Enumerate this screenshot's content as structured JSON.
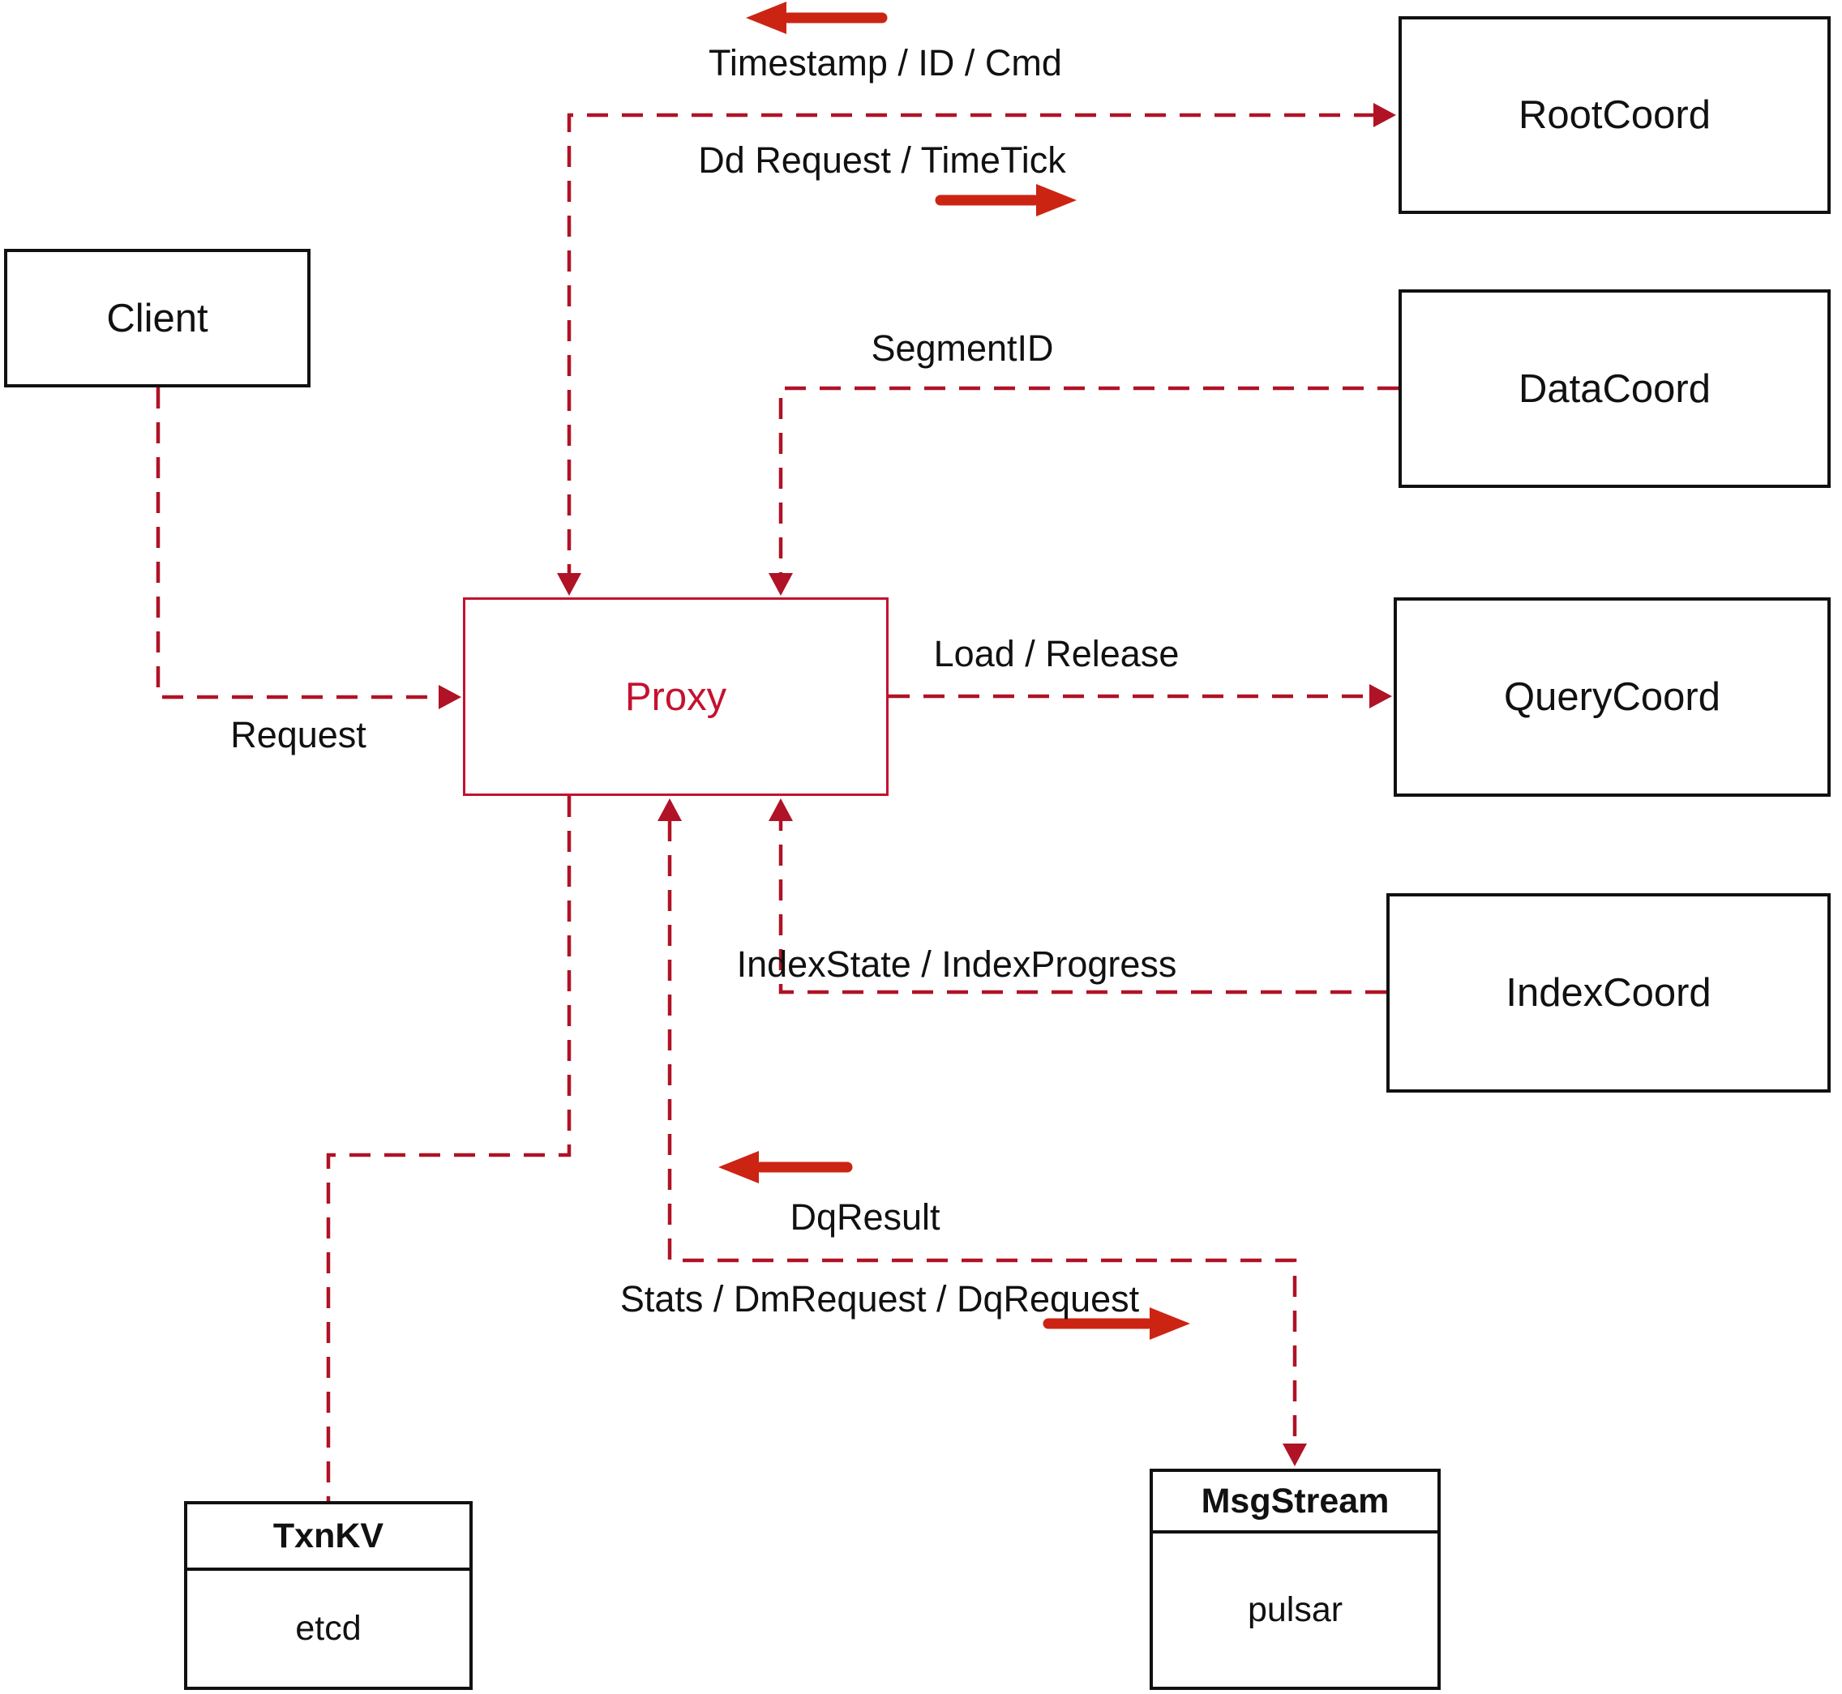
{
  "colors": {
    "line": "#b01226",
    "arrow": "#cc2413",
    "proxy": "#c41230",
    "box_border": "#111111",
    "text": "#111111"
  },
  "nodes": {
    "client": {
      "label": "Client"
    },
    "proxy": {
      "label": "Proxy"
    },
    "rootcoord": {
      "label": "RootCoord"
    },
    "datacoord": {
      "label": "DataCoord"
    },
    "querycoord": {
      "label": "QueryCoord"
    },
    "indexcoord": {
      "label": "IndexCoord"
    },
    "txnkv": {
      "title": "TxnKV",
      "body": "etcd"
    },
    "msgstream": {
      "title": "MsgStream",
      "body": "pulsar"
    }
  },
  "edges": {
    "timestamp_label": "Timestamp / ID / Cmd",
    "dd_request_label": "Dd Request / TimeTick",
    "segment_id_label": "SegmentID",
    "request_label": "Request",
    "load_release_label": "Load / Release",
    "index_label": "IndexState / IndexProgress",
    "dq_result_label": "DqResult",
    "stats_label": "Stats / DmRequest / DqRequest"
  }
}
